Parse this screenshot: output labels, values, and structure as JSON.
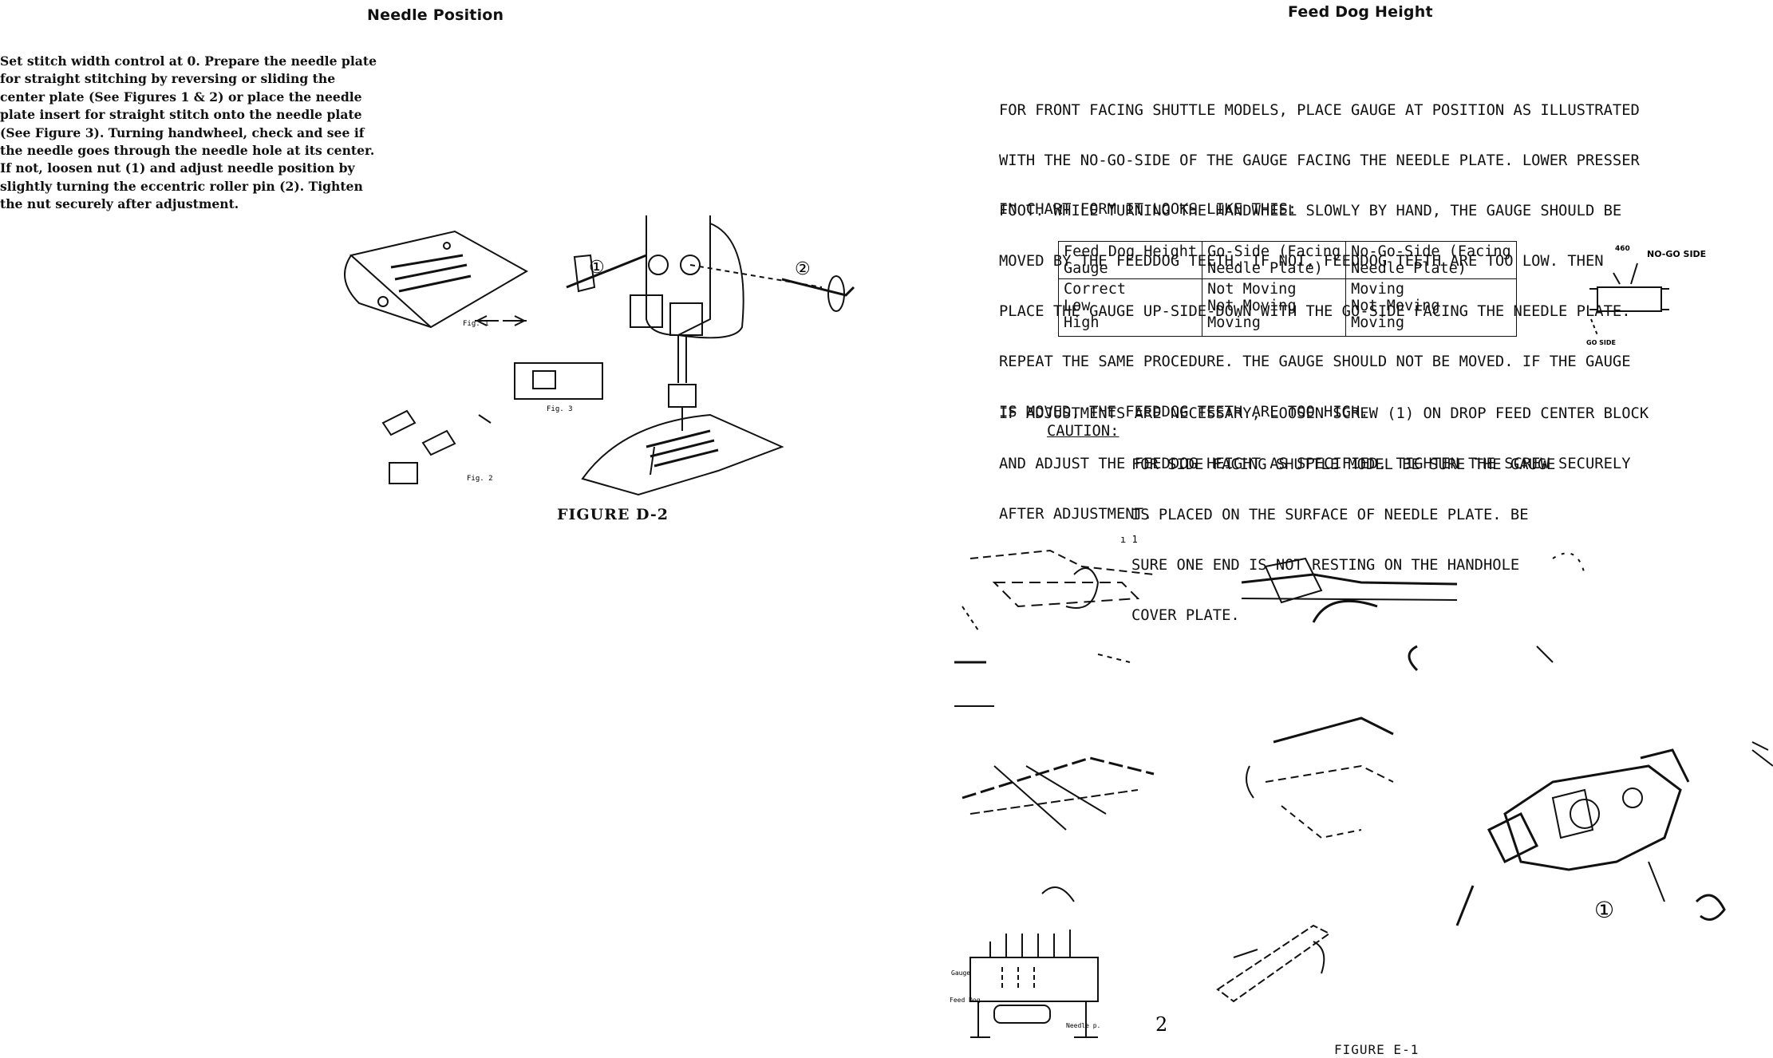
{
  "left": {
    "title": "Needle Position",
    "body": [
      "Set stitch width control at 0. Prepare the needle plate",
      "for straight stitching by reversing or sliding the",
      "center plate (See Figures 1 & 2) or place the needle",
      "plate insert for straight stitch onto the needle plate",
      "(See Figure 3). Turning handwheel, check and see if",
      "the needle goes through the needle hole at its center.",
      "If not, loosen nut (1) and adjust needle position by",
      "slightly turning the eccentric roller pin (2). Tighten",
      "the nut securely after adjustment."
    ],
    "figure": {
      "caption": "FIGURE D-2",
      "callout_1": "①",
      "callout_2": "②",
      "fig1_label": "Fig. 1",
      "fig2_label": "Fig. 2",
      "fig3_label": "Fig. 3"
    }
  },
  "right": {
    "title": "Feed Dog Height",
    "paragraph": [
      "FOR FRONT FACING SHUTTLE MODELS, PLACE GAUGE AT POSITION AS ILLUSTRATED",
      "WITH THE NO-GO-SIDE OF THE GAUGE FACING THE NEEDLE PLATE. LOWER PRESSER",
      "FOOT. WHILE TURNING THE HANDWHEEL SLOWLY BY HAND, THE GAUGE SHOULD BE",
      "MOVED BY THE FEEDDOG TEETH. IF NOT, FEEDDOG TEETH ARE TOO LOW. THEN",
      "PLACE THE GAUGE UP-SIDE-DOWN WITH THE GO-SIDE FACING THE NEEDLE PLATE.",
      "REPEAT THE SAME PROCEDURE. THE GAUGE SHOULD NOT BE MOVED. IF THE GAUGE",
      "IS MOVED, THE FEEDDOG TEETH ARE TOO HIGH."
    ],
    "chart_intro": "IN CHART FORM IT LOOKS LIKE THIS:",
    "table": {
      "headers": [
        "Feed Dog Height\nGauge",
        "Go-Side (Facing\nNeedle Plate)",
        "No-Go-Side (Facing\nNeedle Plate)"
      ],
      "rows": [
        [
          "Correct\nLow\nHigh",
          "Not Moving\nNot Moving\nMoving",
          "Moving\nNot Moving\nMoving"
        ]
      ]
    },
    "gauge_labels": {
      "no_go_side": "NO-GO SIDE",
      "go_side": "GO SIDE",
      "top_mark": "460"
    },
    "adjust": [
      "IF ADJUSTMENTS ARE NECESSARY, LOOSEN SCREW (1) ON DROP FEED CENTER BLOCK",
      "AND ADJUST THE FEEDDOG HEIGHT AS SPECIFIED. TIGHTEN THE SCREW SECURELY",
      "AFTER ADJUSTMENT."
    ],
    "caution_label": "CAUTION:",
    "caution": [
      "FOR SIDE FACING SHUTTLE MODEL BE SURE THE GAUGE",
      "IS PLACED ON THE SURFACE OF NEEDLE PLATE. BE",
      "SURE ONE END IS NOT RESTING ON THE HANDHOLE",
      "COVER PLATE."
    ],
    "figure": {
      "caption": "FIGURE E-1",
      "callout_1": "①",
      "callout_2": "2",
      "gauge_label": "Gauge",
      "feed_dog_label": "Feed Dog",
      "needle_label": "Needle p.",
      "small_marks": "ı 1"
    }
  }
}
